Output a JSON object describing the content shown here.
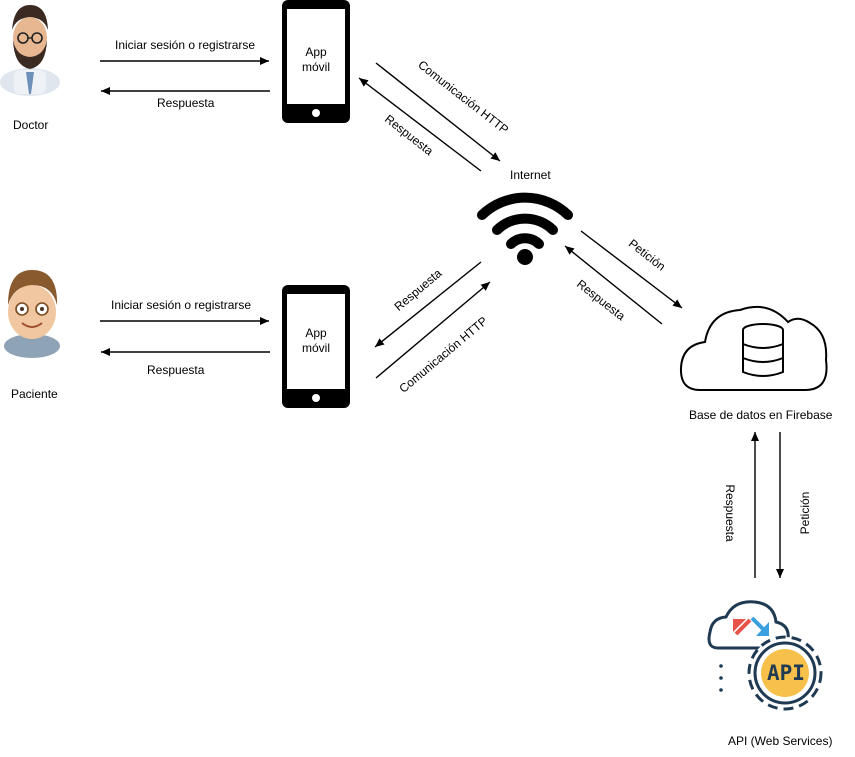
{
  "actors": {
    "doctor": {
      "label": "Doctor"
    },
    "patient": {
      "label": "Paciente"
    }
  },
  "phones": {
    "top": {
      "line1": "App",
      "line2": "móvil"
    },
    "bottom": {
      "line1": "App",
      "line2": "móvil"
    }
  },
  "flows": {
    "doctor_request": "Iniciar sesión o registrarse",
    "doctor_response": "Respuesta",
    "patient_request": "Iniciar sesión o registrarse",
    "patient_response": "Respuesta",
    "top_phone_http": "Comunicación HTTP",
    "top_phone_response": "Respuesta",
    "bottom_phone_response": "Respuesta",
    "bottom_phone_http": "Comunicación HTTP",
    "firebase_request": "Petición",
    "firebase_response": "Respuesta",
    "api_response": "Respuesta",
    "api_request": "Petición"
  },
  "nodes": {
    "internet": "Internet",
    "firebase": "Base de datos en Firebase",
    "api": "API (Web Services)",
    "api_badge": "API"
  },
  "colors": {
    "api_gear": "#1f3a52",
    "api_badge_fill": "#f7c04a",
    "arrow_red": "#e8534a",
    "arrow_blue": "#3aa0e0"
  }
}
